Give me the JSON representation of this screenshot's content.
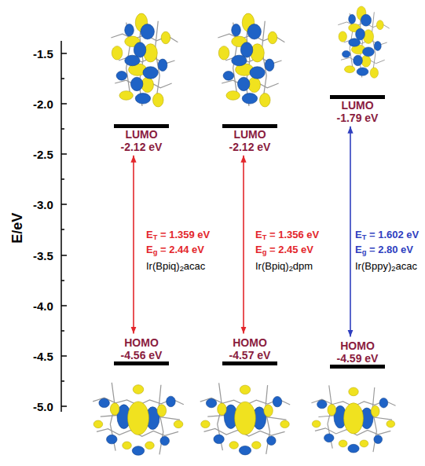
{
  "diagram": {
    "nodes": [
      {
        "text": [
          "LUMO",
          "-2.12 eV"
        ]
      },
      {
        "text": [
          "LUMO",
          "-2.12 eV"
        ]
      },
      {
        "text": [
          "LUMO",
          "-1.79 eV"
        ]
      },
      {
        "text": [
          "HOMO",
          "-4.56 eV"
        ]
      },
      {
        "text": [
          "HOMO",
          "-4.57 eV"
        ]
      },
      {
        "text": [
          "HOMO",
          "-4.59 eV"
        ]
      }
    ],
    "edges": [
      {
        "from": 0,
        "to": 3,
        "arrow": "both"
      },
      {
        "from": 1,
        "to": 4,
        "arrow": "both"
      },
      {
        "from": 2,
        "to": 5,
        "arrow": "both"
      }
    ],
    "labels": [
      "E/eV",
      "-1.5",
      "-2.0",
      "-2.5",
      "-3.0",
      "-3.5",
      "-4.0",
      "-4.5",
      "-5.0",
      "ET = 1.359 eV",
      "Eg = 2.44 eV",
      "Ir(Bpiq)2acac",
      "ET = 1.356 eV",
      "Eg = 2.45 eV",
      "Ir(Bpiq)2dpm",
      "ET = 1.602 eV",
      "Eg = 2.80 eV",
      "Ir(Bppy)2acac"
    ]
  }
}
